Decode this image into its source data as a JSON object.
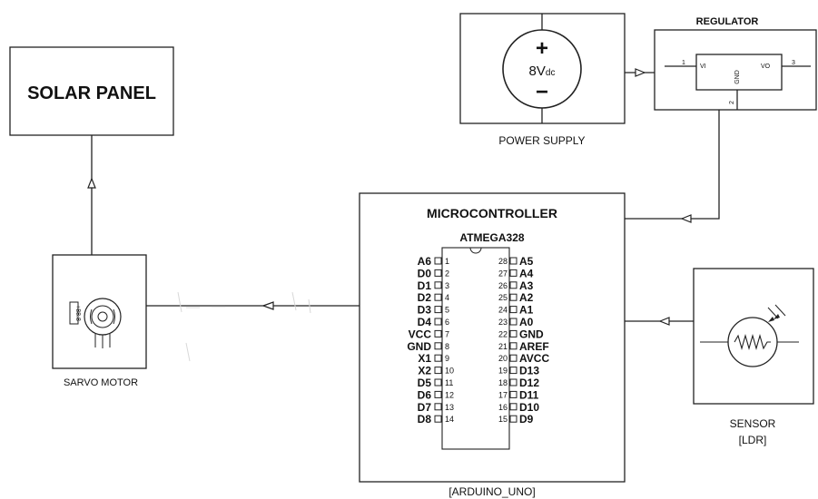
{
  "solar_panel": {
    "label": "SOLAR PANEL"
  },
  "servo": {
    "caption": "SARVO MOTOR",
    "display": "+88.8"
  },
  "power_supply": {
    "caption": "POWER SUPPLY",
    "plus": "+",
    "minus": "−",
    "voltage_value": "8V",
    "voltage_unit": "dc"
  },
  "regulator": {
    "title": "REGULATOR",
    "pin_in_num": "1",
    "pin_in": "VI",
    "pin_out": "VO",
    "pin_out_num": "3",
    "pin_gnd": "GND",
    "pin_gnd_num": "2"
  },
  "microcontroller": {
    "title": "MICROCONTROLLER",
    "chip": "ATMEGA328",
    "caption": "[ARDUINO_UNO]",
    "left_pins": [
      {
        "name": "A6",
        "num": "1"
      },
      {
        "name": "D0",
        "num": "2"
      },
      {
        "name": "D1",
        "num": "3"
      },
      {
        "name": "D2",
        "num": "4"
      },
      {
        "name": "D3",
        "num": "5"
      },
      {
        "name": "D4",
        "num": "6"
      },
      {
        "name": "VCC",
        "num": "7"
      },
      {
        "name": "GND",
        "num": "8"
      },
      {
        "name": "X1",
        "num": "9"
      },
      {
        "name": "X2",
        "num": "10"
      },
      {
        "name": "D5",
        "num": "11"
      },
      {
        "name": "D6",
        "num": "12"
      },
      {
        "name": "D7",
        "num": "13"
      },
      {
        "name": "D8",
        "num": "14"
      }
    ],
    "right_pins": [
      {
        "name": "A5",
        "num": "28"
      },
      {
        "name": "A4",
        "num": "27"
      },
      {
        "name": "A3",
        "num": "26"
      },
      {
        "name": "A2",
        "num": "25"
      },
      {
        "name": "A1",
        "num": "24"
      },
      {
        "name": "A0",
        "num": "23"
      },
      {
        "name": "GND",
        "num": "22"
      },
      {
        "name": "AREF",
        "num": "21"
      },
      {
        "name": "AVCC",
        "num": "20"
      },
      {
        "name": "D13",
        "num": "19"
      },
      {
        "name": "D12",
        "num": "18"
      },
      {
        "name": "D11",
        "num": "17"
      },
      {
        "name": "D10",
        "num": "16"
      },
      {
        "name": "D9",
        "num": "15"
      }
    ]
  },
  "sensor": {
    "caption_line1": "SENSOR",
    "caption_line2": "[LDR]"
  }
}
